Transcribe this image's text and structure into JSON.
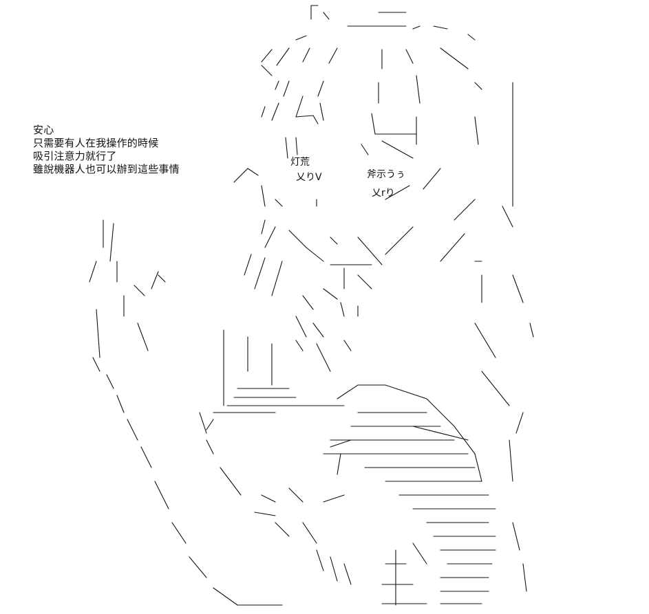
{
  "caption": {
    "lines": [
      "安心",
      "只需要有人在我操作的時候",
      "吸引注意力就行了",
      "雖說機器人也可以辦到這些事情"
    ]
  },
  "art": {
    "label_left": "灯荒",
    "label_right": "斧示うぅ",
    "label_mouth": "乂rり",
    "label_cheek": "乂りV",
    "ink_color": "#111111"
  }
}
